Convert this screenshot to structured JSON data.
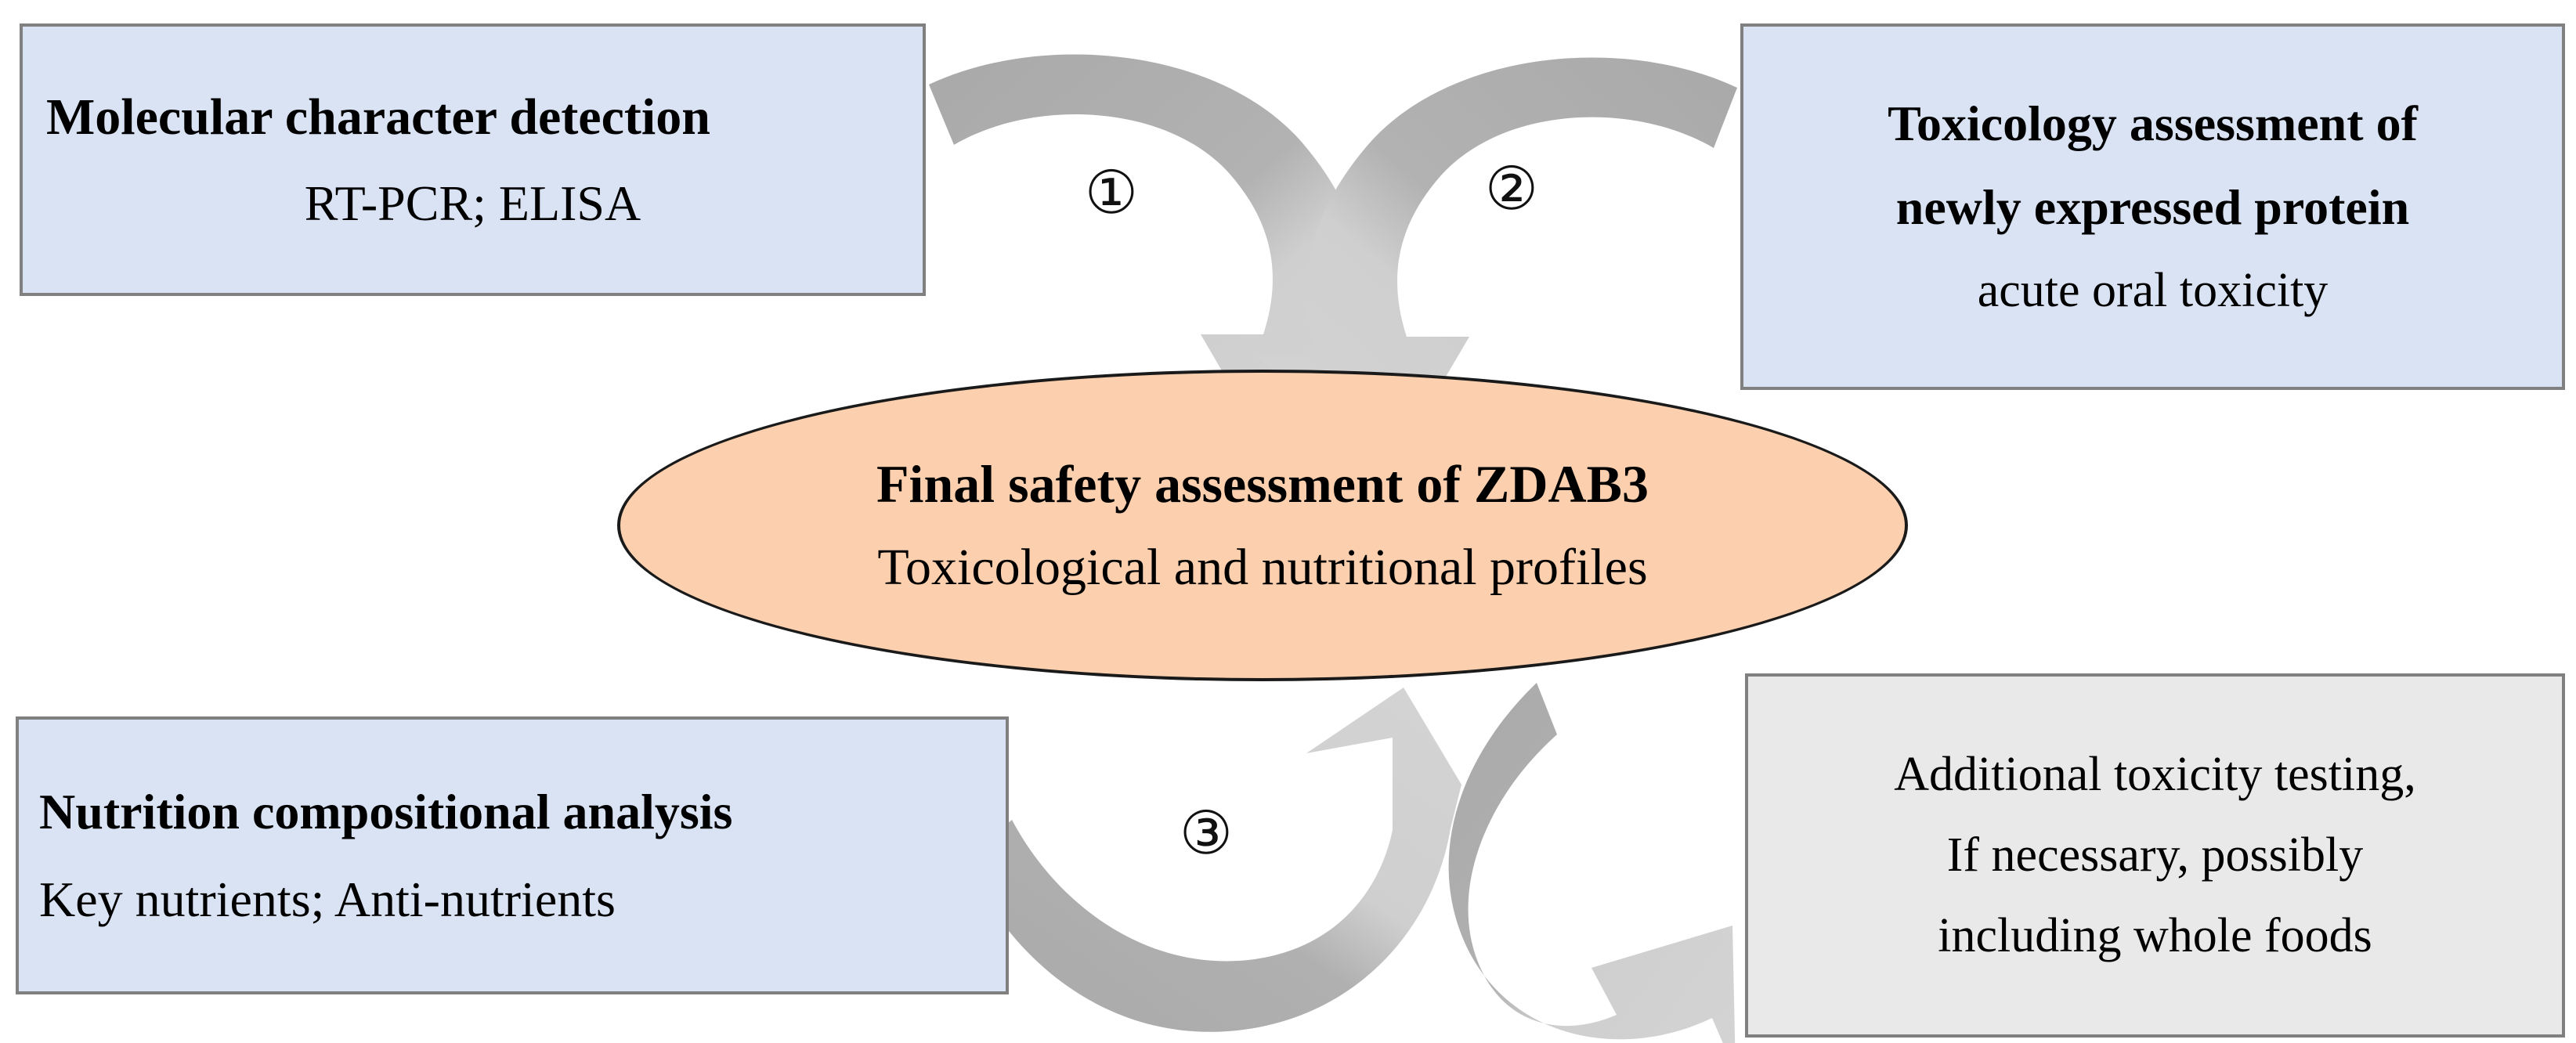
{
  "diagram": {
    "title": "Final safety assessment workflow of ZDAB3",
    "background": "#ffffff",
    "colors": {
      "box_blue_fill": "#dae3f3",
      "box_gray_fill": "#e9e9e9",
      "box_border": "#808080",
      "ellipse_fill": "#fcd0ae",
      "ellipse_border": "#1a1a1a",
      "arrow_dark": "#aeaeae",
      "arrow_light": "#d2d2d2"
    }
  },
  "nodes": {
    "molecular": {
      "line1": "Molecular character detection",
      "line2": "RT-PCR; ELISA"
    },
    "toxicology": {
      "line1": "Toxicology assessment of",
      "line2": "newly expressed protein",
      "line3": "acute oral toxicity"
    },
    "nutrition": {
      "line1": "Nutrition compositional analysis",
      "line2": "Key nutrients; Anti-nutrients"
    },
    "additional": {
      "line1": "Additional toxicity testing,",
      "line2": "If necessary, possibly",
      "line3": "including whole foods"
    },
    "final": {
      "line1": "Final safety assessment of ZDAB3",
      "line2": "Toxicological and nutritional profiles"
    }
  },
  "steps": {
    "one": "①",
    "two": "②",
    "three": "③"
  },
  "arrows": [
    {
      "name": "arrow-molecular-to-final",
      "label": "①",
      "from": "molecular",
      "to": "final"
    },
    {
      "name": "arrow-toxicology-to-final",
      "label": "②",
      "from": "toxicology",
      "to": "final"
    },
    {
      "name": "arrow-nutrition-to-final",
      "label": "③",
      "from": "nutrition",
      "to": "final"
    },
    {
      "name": "arrow-final-to-additional",
      "label": "",
      "from": "final",
      "to": "additional"
    }
  ]
}
